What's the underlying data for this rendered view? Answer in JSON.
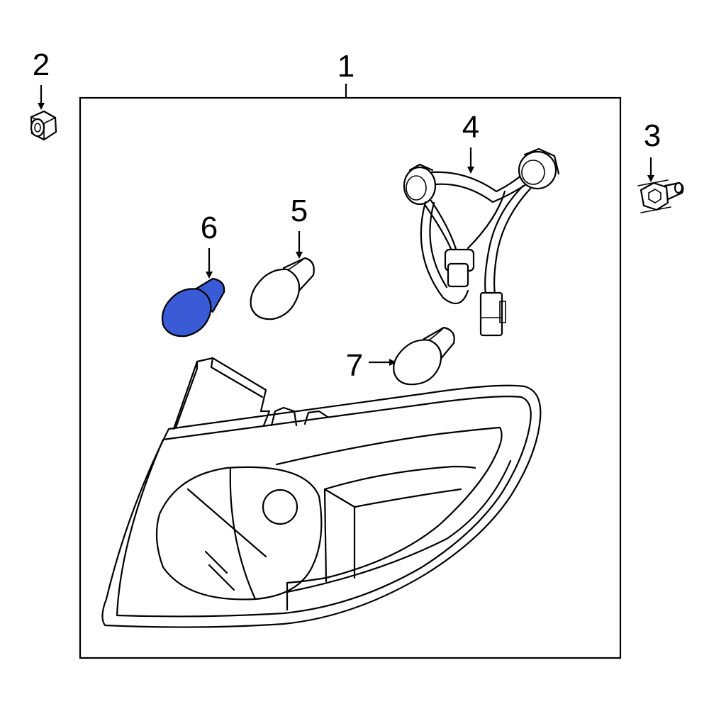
{
  "diagram": {
    "callouts": {
      "part1": "1",
      "part2": "2",
      "part3": "3",
      "part4": "4",
      "part5": "5",
      "part6": "6",
      "part7": "7"
    },
    "colors": {
      "highlight": "#3a5bd6",
      "outline": "#000000",
      "background": "#ffffff"
    },
    "highlighted_part": "6"
  }
}
